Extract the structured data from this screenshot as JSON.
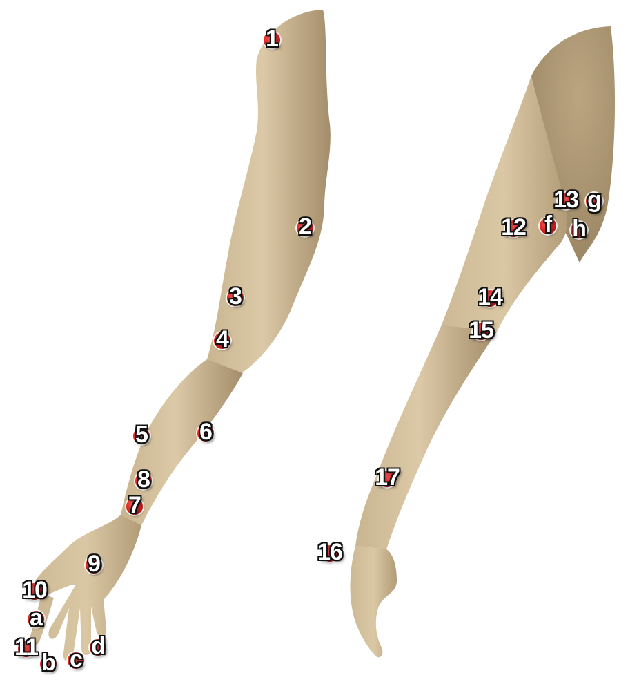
{
  "colors": {
    "skin_light": "#d7c4a2",
    "skin_mid": "#c2ab86",
    "skin_dark": "#9e8866",
    "marker_red": "#d41f1f",
    "label_white": "#ffffff"
  },
  "markers": {
    "m1": "1",
    "m2": "2",
    "m3": "3",
    "m4": "4",
    "m5": "5",
    "m6": "6",
    "m7": "7",
    "m8": "8",
    "m9": "9",
    "m10": "10",
    "m11": "11",
    "ma": "a",
    "mb": "b",
    "mc": "c",
    "md": "d",
    "m12": "12",
    "m13": "13",
    "m14": "14",
    "m15": "15",
    "m16": "16",
    "m17": "17",
    "mf": "f",
    "mg": "g",
    "mh": "h"
  }
}
